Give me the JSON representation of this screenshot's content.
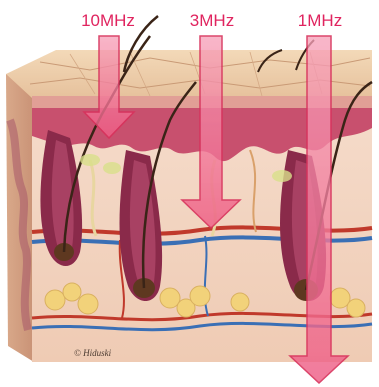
{
  "labels": {
    "ten_mhz": "10MHz",
    "three_mhz": "3MHz",
    "one_mhz": "1MHz"
  },
  "artist_signature": "© Hiduski",
  "colors": {
    "label": "#e0245f",
    "arrow_fill": "#f06c8f",
    "arrow_stroke": "#d8325c",
    "epidermis": "#e9c9a4",
    "dermis": "#f4d6c2",
    "follicle": "#8a2a4a",
    "hair": "#3a2417",
    "vein": "#3a6fb5",
    "artery": "#c0392b",
    "fat": "#f2d27a"
  }
}
